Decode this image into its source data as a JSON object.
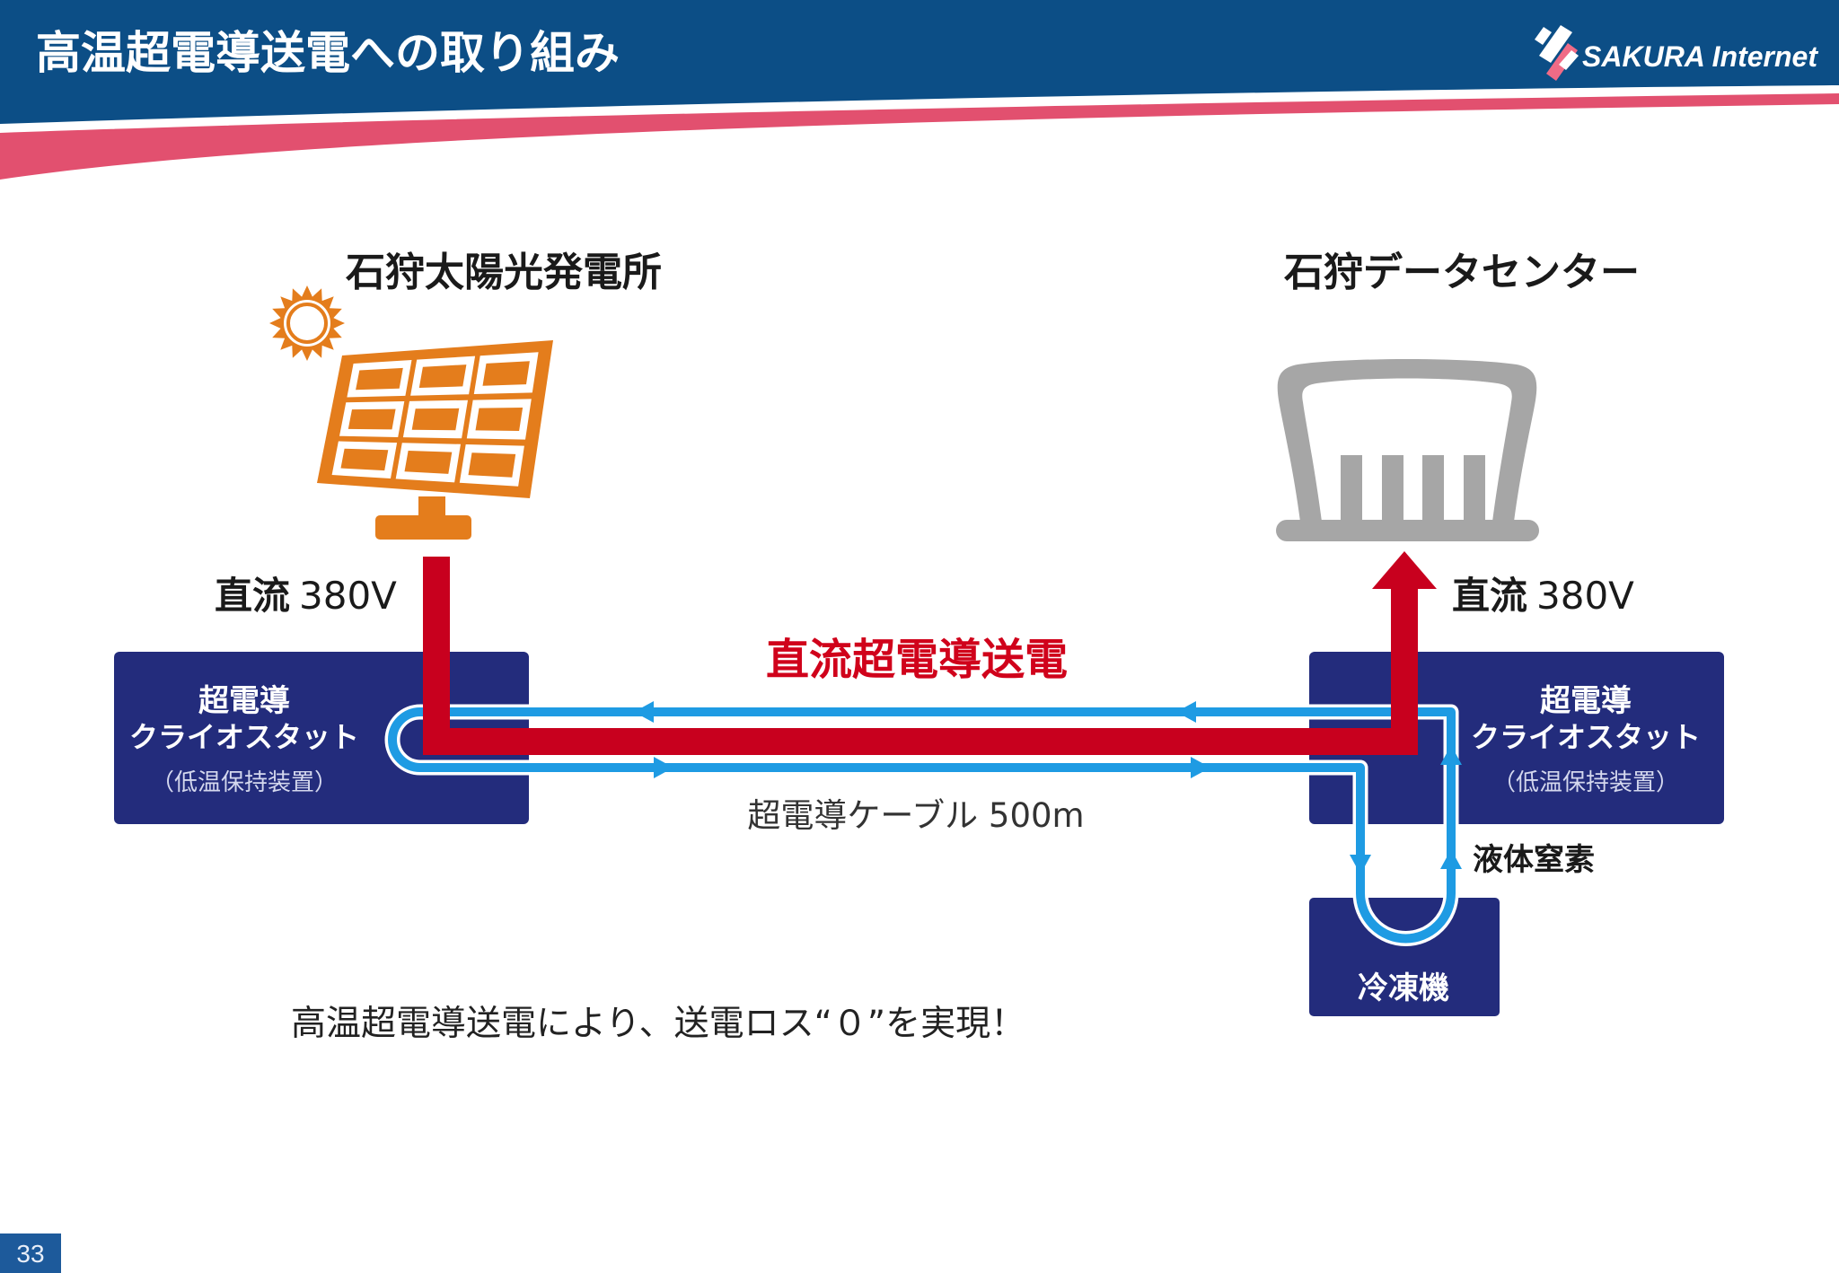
{
  "slide": {
    "title": "高温超電導送電への取り組み",
    "page_number": "33"
  },
  "logo": {
    "brand": "SAKURA Internet",
    "icon": "sakura-logo-icon"
  },
  "diagram": {
    "power_plant": {
      "name": "石狩太陽光発電所",
      "icons": [
        "sun-icon",
        "solar-panel-icon"
      ]
    },
    "data_center": {
      "name": "石狩データセンター",
      "icon": "data-center-icon"
    },
    "output_current": {
      "type": "直流",
      "voltage": "380V"
    },
    "input_current": {
      "type": "直流",
      "voltage": "380V"
    },
    "transmission_label": "直流超電導送電",
    "cable_label": "超電導ケーブル 500m",
    "cryostat_left": {
      "line1": "超電導",
      "line2": "クライオスタット",
      "line3": "（低温保持装置）"
    },
    "cryostat_right": {
      "line1": "超電導",
      "line2": "クライオスタット",
      "line3": "（低温保持装置）"
    },
    "coolant_label": "液体窒素",
    "refrigerator_label": "冷凍機"
  },
  "caption": "高温超電導送電により、送電ロス“０”を実現！",
  "colors": {
    "header": "#0c4e86",
    "swoosh": "#e2506f",
    "power_line": "#c8001e",
    "coolant_pipe": "#1e9be3",
    "box": "#232c7c",
    "solar": "#e47d1c",
    "building": "#a6a6a6",
    "transmission_text": "#d0021b",
    "page_badge": "#1d5a9b"
  }
}
